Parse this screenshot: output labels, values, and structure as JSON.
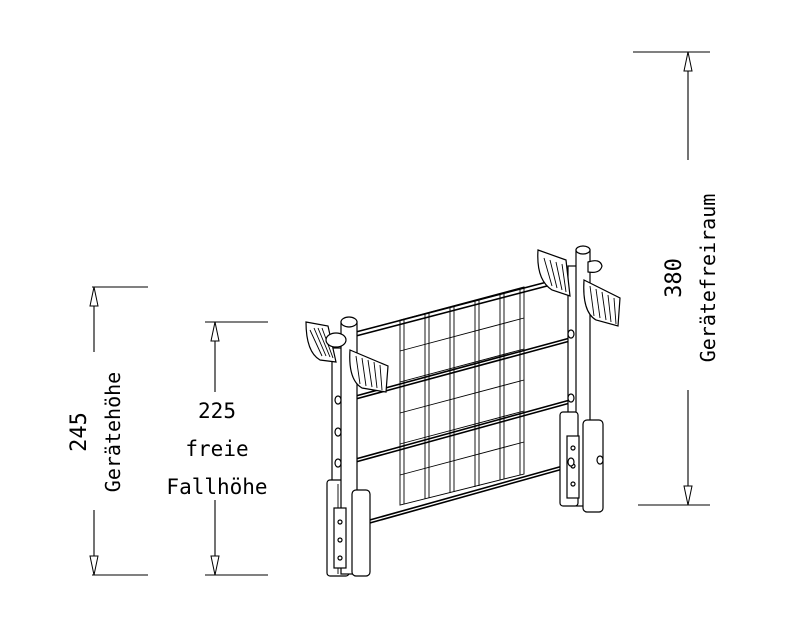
{
  "dimensions": {
    "equipment_height": {
      "value": "245",
      "label": "Gerätehöhe"
    },
    "free_fall_height": {
      "value": "225",
      "line1": "freie",
      "line2": "Fallhöhe"
    },
    "free_space": {
      "value": "380",
      "label": "Gerätefreiraum"
    }
  },
  "colors": {
    "line": "#000000",
    "background": "#ffffff"
  }
}
